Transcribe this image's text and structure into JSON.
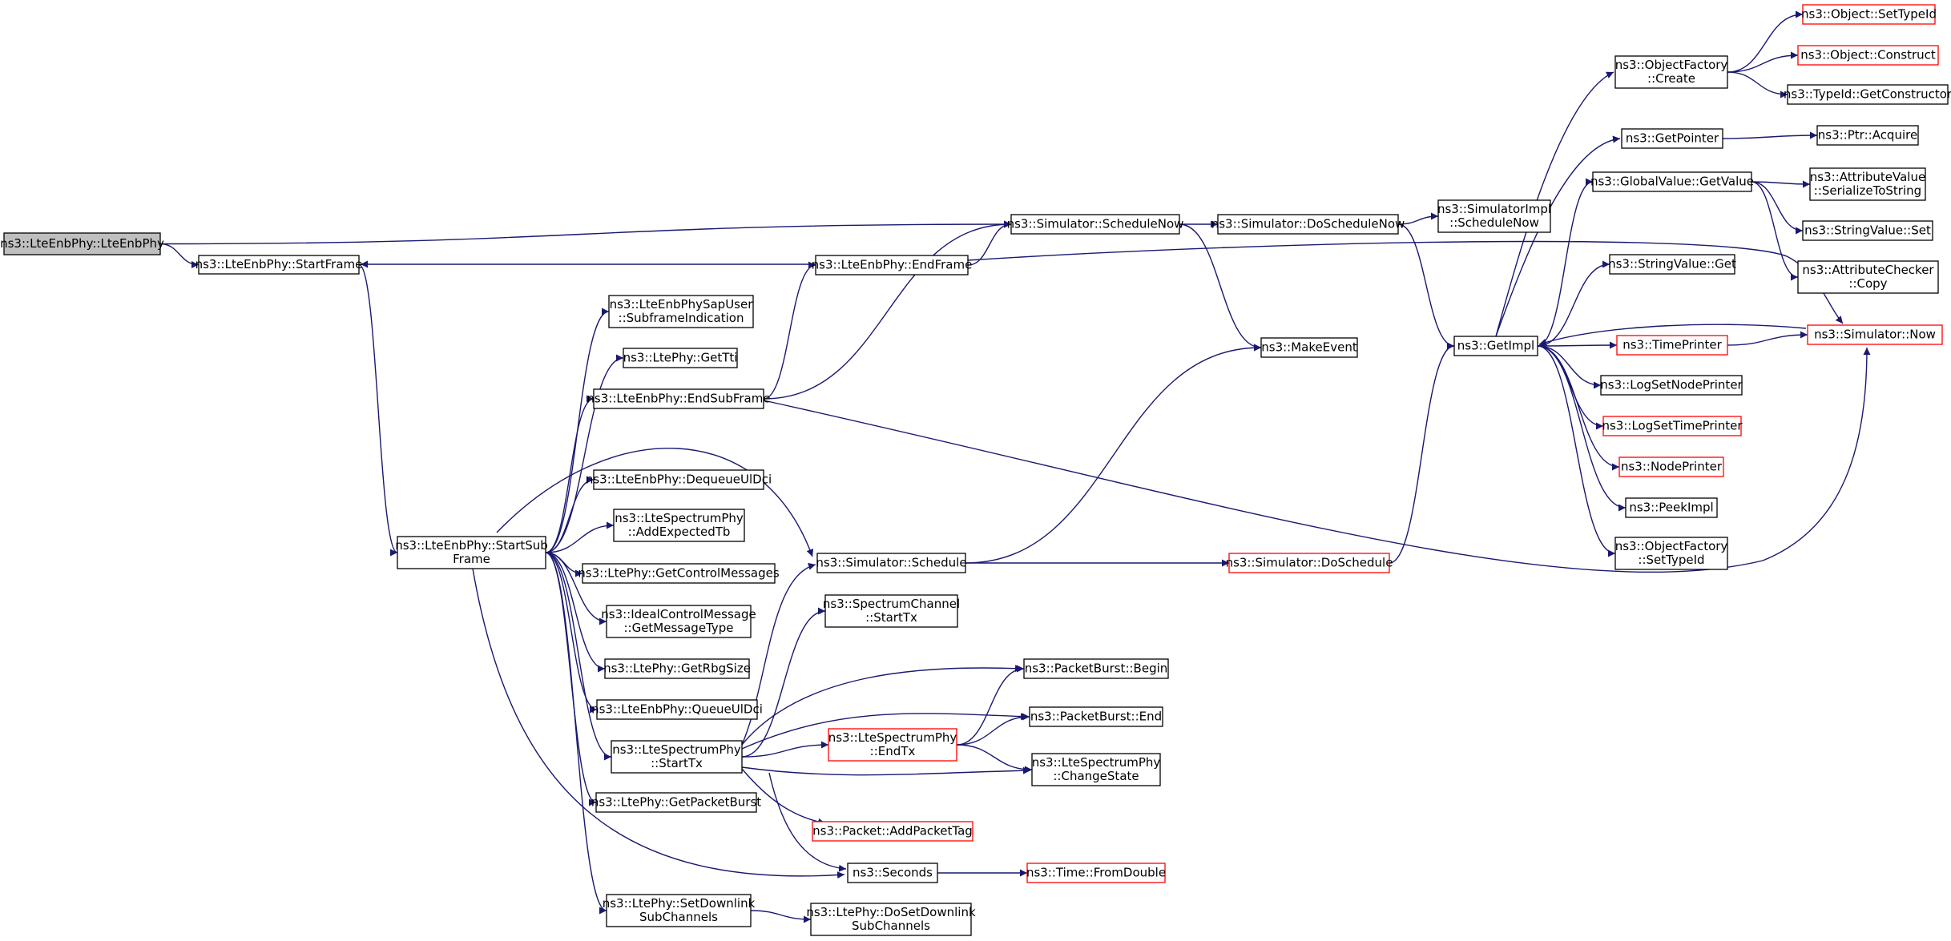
{
  "colors": {
    "edge": "#191970",
    "root_fill": "#bfbfbf",
    "external_border": "#ff0000",
    "node_border": "#000000"
  },
  "nodes": [
    {
      "id": "root",
      "lines": [
        "ns3::LteEnbPhy::LteEnbPhy"
      ],
      "style": "root"
    },
    {
      "id": "startFrame",
      "lines": [
        "ns3::LteEnbPhy::StartFrame"
      ],
      "style": "normal"
    },
    {
      "id": "startSubFrame",
      "lines": [
        "ns3::LteEnbPhy::StartSub",
        "Frame"
      ],
      "style": "normal"
    },
    {
      "id": "subframeInd",
      "lines": [
        "ns3::LteEnbPhySapUser",
        "::SubframeIndication"
      ],
      "style": "normal"
    },
    {
      "id": "getTti",
      "lines": [
        "ns3::LtePhy::GetTti"
      ],
      "style": "normal"
    },
    {
      "id": "endSubFrame",
      "lines": [
        "ns3::LteEnbPhy::EndSubFrame"
      ],
      "style": "normal"
    },
    {
      "id": "dequeue",
      "lines": [
        "ns3::LteEnbPhy::DequeueUlDci"
      ],
      "style": "normal"
    },
    {
      "id": "addExpected",
      "lines": [
        "ns3::LteSpectrumPhy",
        "::AddExpectedTb"
      ],
      "style": "normal"
    },
    {
      "id": "getCtrl",
      "lines": [
        "ns3::LtePhy::GetControlMessages"
      ],
      "style": "normal"
    },
    {
      "id": "idealCtrl",
      "lines": [
        "ns3::IdealControlMessage",
        "::GetMessageType"
      ],
      "style": "normal"
    },
    {
      "id": "getRbg",
      "lines": [
        "ns3::LtePhy::GetRbgSize"
      ],
      "style": "normal"
    },
    {
      "id": "queueUl",
      "lines": [
        "ns3::LteEnbPhy::QueueUlDci"
      ],
      "style": "normal"
    },
    {
      "id": "spStartTx",
      "lines": [
        "ns3::LteSpectrumPhy",
        "::StartTx"
      ],
      "style": "normal"
    },
    {
      "id": "getPB",
      "lines": [
        "ns3::LtePhy::GetPacketBurst"
      ],
      "style": "normal"
    },
    {
      "id": "setDl",
      "lines": [
        "ns3::LtePhy::SetDownlink",
        "SubChannels"
      ],
      "style": "normal"
    },
    {
      "id": "endFrame",
      "lines": [
        "ns3::LteEnbPhy::EndFrame"
      ],
      "style": "normal"
    },
    {
      "id": "schedNow",
      "lines": [
        "ns3::Simulator::ScheduleNow"
      ],
      "style": "normal"
    },
    {
      "id": "schedule",
      "lines": [
        "ns3::Simulator::Schedule"
      ],
      "style": "normal"
    },
    {
      "id": "scStartTx",
      "lines": [
        "ns3::SpectrumChannel",
        "::StartTx"
      ],
      "style": "normal"
    },
    {
      "id": "pbBegin",
      "lines": [
        "ns3::PacketBurst::Begin"
      ],
      "style": "normal"
    },
    {
      "id": "pbEnd",
      "lines": [
        "ns3::PacketBurst::End"
      ],
      "style": "normal"
    },
    {
      "id": "endTx",
      "lines": [
        "ns3::LteSpectrumPhy",
        "::EndTx"
      ],
      "style": "external"
    },
    {
      "id": "changeState",
      "lines": [
        "ns3::LteSpectrumPhy",
        "::ChangeState"
      ],
      "style": "normal"
    },
    {
      "id": "addTag",
      "lines": [
        "ns3::Packet::AddPacketTag"
      ],
      "style": "external"
    },
    {
      "id": "seconds",
      "lines": [
        "ns3::Seconds"
      ],
      "style": "normal"
    },
    {
      "id": "fromDouble",
      "lines": [
        "ns3::Time::FromDouble"
      ],
      "style": "external"
    },
    {
      "id": "doSetDl",
      "lines": [
        "ns3::LtePhy::DoSetDownlink",
        "SubChannels"
      ],
      "style": "normal"
    },
    {
      "id": "doSchedNow",
      "lines": [
        "ns3::Simulator::DoScheduleNow"
      ],
      "style": "normal"
    },
    {
      "id": "makeEvent",
      "lines": [
        "ns3::MakeEvent"
      ],
      "style": "normal"
    },
    {
      "id": "doSchedule",
      "lines": [
        "ns3::Simulator::DoSchedule"
      ],
      "style": "external"
    },
    {
      "id": "implSchedNow",
      "lines": [
        "ns3::SimulatorImpl",
        "::ScheduleNow"
      ],
      "style": "normal"
    },
    {
      "id": "getImpl",
      "lines": [
        "ns3::GetImpl"
      ],
      "style": "normal"
    },
    {
      "id": "ofCreate",
      "lines": [
        "ns3::ObjectFactory",
        "::Create"
      ],
      "style": "normal"
    },
    {
      "id": "getPointer",
      "lines": [
        "ns3::GetPointer"
      ],
      "style": "normal"
    },
    {
      "id": "gvGetValue",
      "lines": [
        "ns3::GlobalValue::GetValue"
      ],
      "style": "normal"
    },
    {
      "id": "svGet",
      "lines": [
        "ns3::StringValue::Get"
      ],
      "style": "normal"
    },
    {
      "id": "timePrinter",
      "lines": [
        "ns3::TimePrinter"
      ],
      "style": "external"
    },
    {
      "id": "logNode",
      "lines": [
        "ns3::LogSetNodePrinter"
      ],
      "style": "normal"
    },
    {
      "id": "logTime",
      "lines": [
        "ns3::LogSetTimePrinter"
      ],
      "style": "external"
    },
    {
      "id": "nodePrinter",
      "lines": [
        "ns3::NodePrinter"
      ],
      "style": "external"
    },
    {
      "id": "peekImpl",
      "lines": [
        "ns3::PeekImpl"
      ],
      "style": "normal"
    },
    {
      "id": "ofSetTypeId",
      "lines": [
        "ns3::ObjectFactory",
        "::SetTypeId"
      ],
      "style": "normal"
    },
    {
      "id": "objSetTypeId",
      "lines": [
        "ns3::Object::SetTypeId"
      ],
      "style": "external"
    },
    {
      "id": "objConstruct",
      "lines": [
        "ns3::Object::Construct"
      ],
      "style": "external"
    },
    {
      "id": "getCtor",
      "lines": [
        "ns3::TypeId::GetConstructor"
      ],
      "style": "normal"
    },
    {
      "id": "ptrAcquire",
      "lines": [
        "ns3::Ptr::Acquire"
      ],
      "style": "normal"
    },
    {
      "id": "avSerialize",
      "lines": [
        "ns3::AttributeValue",
        "::SerializeToString"
      ],
      "style": "normal"
    },
    {
      "id": "svSet",
      "lines": [
        "ns3::StringValue::Set"
      ],
      "style": "normal"
    },
    {
      "id": "acCopy",
      "lines": [
        "ns3::AttributeChecker",
        "::Copy"
      ],
      "style": "normal"
    },
    {
      "id": "simNow",
      "lines": [
        "ns3::Simulator::Now"
      ],
      "style": "external"
    }
  ]
}
